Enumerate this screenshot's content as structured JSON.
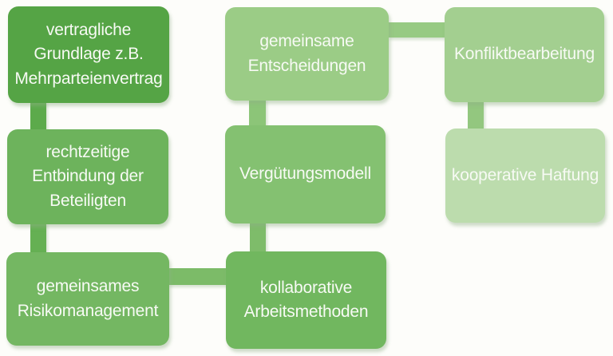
{
  "diagram": {
    "background": "#fdfdfa",
    "text_color": "#f7faf4",
    "nodes": [
      {
        "id": "vertragliche-grundlage",
        "label": "vertragliche Grundlage z.B. Mehrparteienvertrag",
        "color": "#55a445"
      },
      {
        "id": "rechtzeitige-entbindung",
        "label": "rechtzeitige Entbindung der Beteiligten",
        "color": "#6db35c"
      },
      {
        "id": "gemeinsames-risikomanagement",
        "label": "gemeinsames Risikomanagement",
        "color": "#74b762"
      },
      {
        "id": "gemeinsame-entscheidungen",
        "label": "gemeinsame Entscheidungen",
        "color": "#9bcc86"
      },
      {
        "id": "verguetungsmodell",
        "label": "Vergütungsmodell",
        "color": "#84c171"
      },
      {
        "id": "kollaborative-arbeitsmethoden",
        "label": "kollaborative Arbeitsmethoden",
        "color": "#71b75f"
      },
      {
        "id": "konfliktbearbeitung",
        "label": "Konfliktbearbeitung",
        "color": "#a3cf90"
      },
      {
        "id": "kooperative-haftung",
        "label": "kooperative Haftung",
        "color": "#bcdcad"
      }
    ],
    "connectors": [
      {
        "id": "c1",
        "from": "vertragliche-grundlage",
        "to": "rechtzeitige-entbindung",
        "orientation": "vertical",
        "color": "#5caa4b"
      },
      {
        "id": "c2",
        "from": "rechtzeitige-entbindung",
        "to": "gemeinsames-risikomanagement",
        "orientation": "vertical",
        "color": "#65b053"
      },
      {
        "id": "c3",
        "from": "gemeinsames-risikomanagement",
        "to": "kollaborative-arbeitsmethoden",
        "orientation": "horizontal",
        "color": "#7cbb68"
      },
      {
        "id": "c4",
        "from": "gemeinsame-entscheidungen",
        "to": "verguetungsmodell",
        "orientation": "vertical",
        "color": "#8cc578"
      },
      {
        "id": "c5",
        "from": "verguetungsmodell",
        "to": "kollaborative-arbeitsmethoden",
        "orientation": "vertical",
        "color": "#7ebc6a"
      },
      {
        "id": "c6",
        "from": "gemeinsame-entscheidungen",
        "to": "konfliktbearbeitung",
        "orientation": "horizontal",
        "color": "#97ca83"
      },
      {
        "id": "c7",
        "from": "konfliktbearbeitung",
        "to": "kooperative-haftung",
        "orientation": "vertical",
        "color": "#93c77f"
      }
    ]
  }
}
